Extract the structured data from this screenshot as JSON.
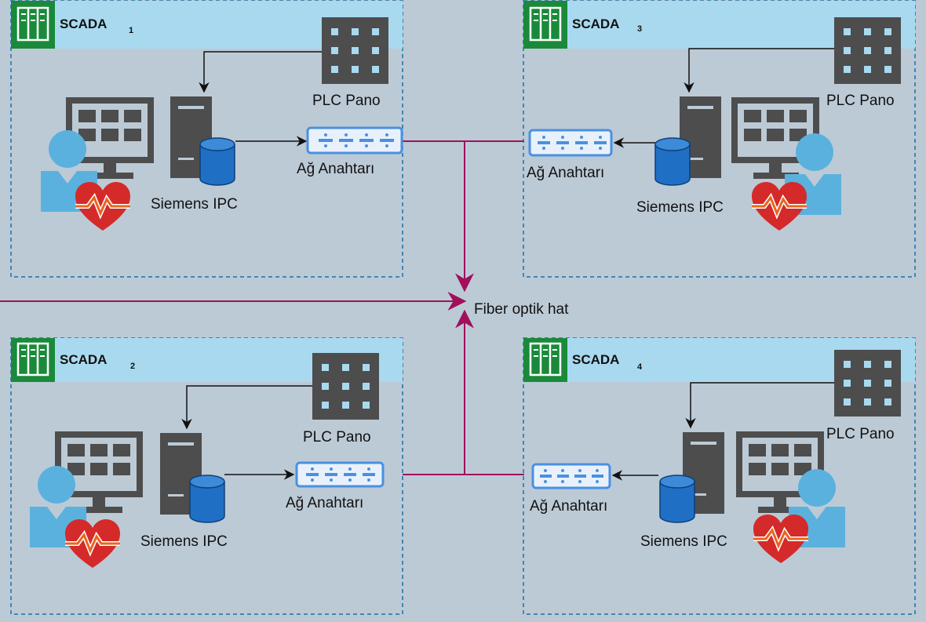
{
  "colors": {
    "background": "#bccad6",
    "panel_header": "#a9d9ef",
    "panel_border": "#1b6fa8",
    "group_icon": "#1a8a3a",
    "device_dark": "#4d4d4d",
    "database": "#1f6fc5",
    "switch": "#4a90e2",
    "fiber_line": "#a0105b",
    "person": "#5bb1de",
    "heart": "#d42a2a",
    "heart_trace": "#e8641e",
    "arrow": "#111111"
  },
  "icons": {
    "group": "server-building-icon",
    "plc": "plc-cabinet-icon",
    "ipc": "industrial-pc-icon",
    "database": "database-icon",
    "switch": "network-switch-icon",
    "monitor": "monitor-icon",
    "operator": "operator-person-icon",
    "health": "heart-pulse-icon"
  },
  "network": {
    "fiber_label": "Fiber optik hat"
  },
  "panels": [
    {
      "id": "scada1",
      "title": "SCADA",
      "subscript": "1",
      "plc_label": "PLC Pano",
      "ipc_label": "Siemens IPC",
      "switch_label": "Ağ Anahtarı"
    },
    {
      "id": "scada3",
      "title": "SCADA",
      "subscript": "3",
      "plc_label": "PLC Pano",
      "ipc_label": "Siemens IPC",
      "switch_label": "Ağ Anahtarı"
    },
    {
      "id": "scada2",
      "title": "SCADA",
      "subscript": "2",
      "plc_label": "PLC Pano",
      "ipc_label": "Siemens IPC",
      "switch_label": "Ağ Anahtarı"
    },
    {
      "id": "scada4",
      "title": "SCADA",
      "subscript": "4",
      "plc_label": "PLC Pano",
      "ipc_label": "Siemens IPC",
      "switch_label": "Ağ Anahtarı"
    }
  ]
}
